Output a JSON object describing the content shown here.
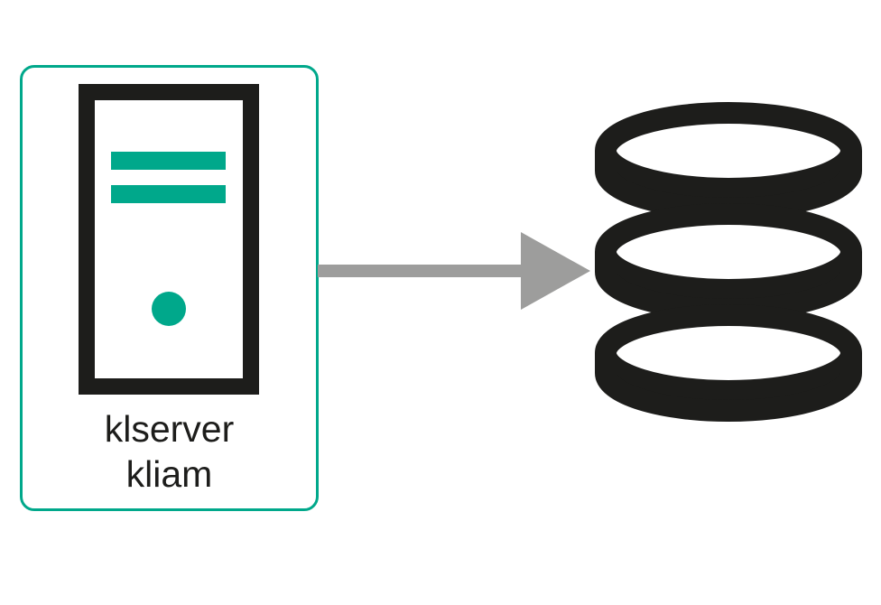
{
  "colors": {
    "background": "#ffffff",
    "accent_teal": "#00a88b",
    "ink": "#1d1d1b",
    "arrow_gray": "#9d9d9c"
  },
  "node": {
    "label_line1": "klserver",
    "label_line2": "kliam",
    "icon": "server-tower-icon",
    "border_color": "#00a88b"
  },
  "connector": {
    "type": "arrow-right",
    "direction": "left-to-right",
    "color": "#9d9d9c"
  },
  "target": {
    "icon": "database-icon",
    "color": "#1d1d1b"
  }
}
